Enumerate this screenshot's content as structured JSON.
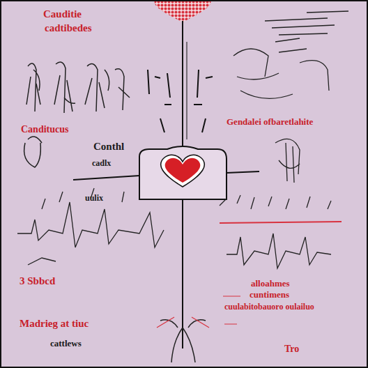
{
  "diagram": {
    "labels": [
      "Cauditie",
      "cadtibedes",
      "Canditucus",
      "Conthl",
      "cadlx",
      "Gendalei ofbaretlahite",
      "uulix",
      "3 Sbbcd",
      "Madrieg at tiuc",
      "cattlews",
      "alloahmes",
      "cuntimens",
      "cuulabitobauoro oulailuo",
      "Tro"
    ]
  }
}
